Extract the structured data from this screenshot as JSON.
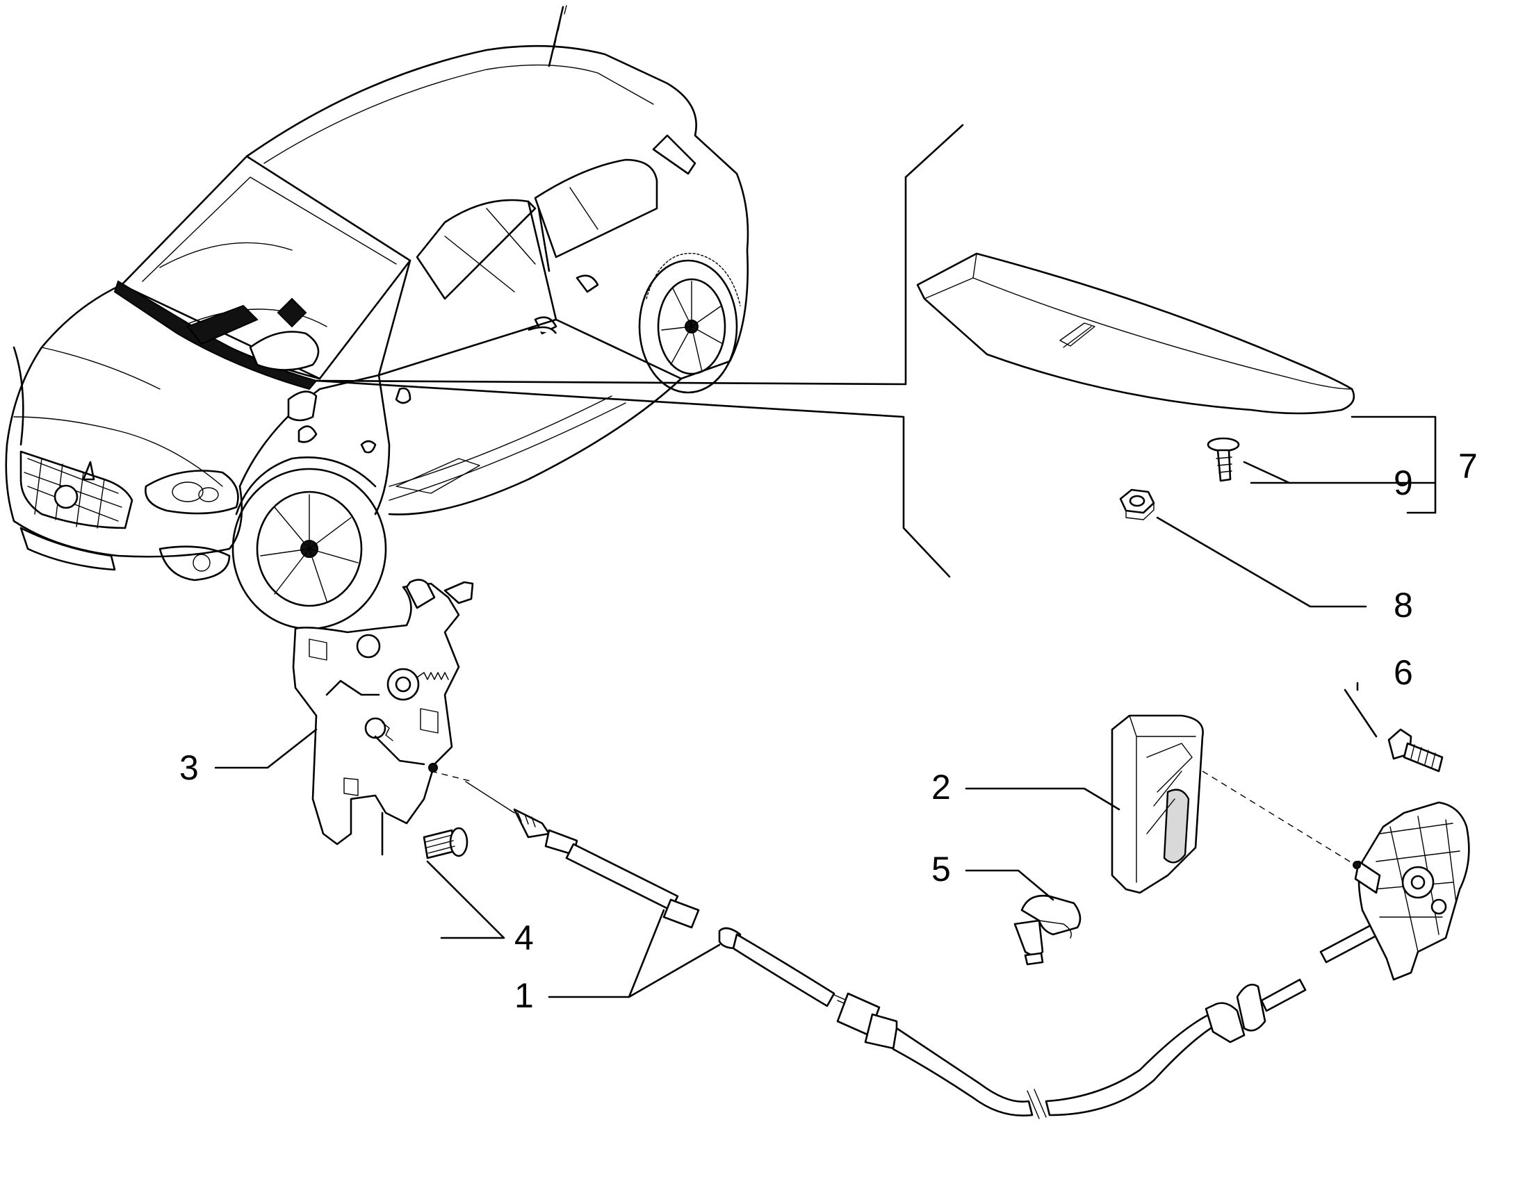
{
  "diagram": {
    "callouts": [
      {
        "id": "1",
        "text": "1"
      },
      {
        "id": "2",
        "text": "2"
      },
      {
        "id": "3",
        "text": "3"
      },
      {
        "id": "4",
        "text": "4"
      },
      {
        "id": "5",
        "text": "5"
      },
      {
        "id": "6",
        "text": "6"
      },
      {
        "id": "7",
        "text": "7"
      },
      {
        "id": "8",
        "text": "8"
      },
      {
        "id": "9",
        "text": "9"
      }
    ],
    "line_color": "#000000",
    "background": "#ffffff"
  }
}
